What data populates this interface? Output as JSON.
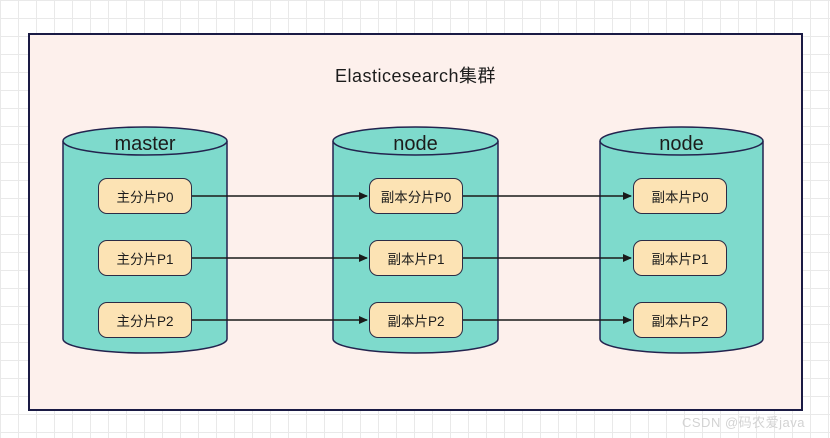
{
  "diagram": {
    "title": "Elasticesearch集群",
    "nodes": [
      {
        "id": "master",
        "label": "master",
        "shards": [
          "主分片P0",
          "主分片P1",
          "主分片P2"
        ]
      },
      {
        "id": "node-1",
        "label": "node",
        "shards": [
          "副本分片P0",
          "副本片P1",
          "副本片P2"
        ]
      },
      {
        "id": "node-2",
        "label": "node",
        "shards": [
          "副本片P0",
          "副本片P1",
          "副本片P2"
        ]
      }
    ],
    "colors": {
      "page_bg": "#ffffff",
      "grid_line": "#e9e9e9",
      "panel_bg": "#fdf0ec",
      "panel_border": "#1a1a44",
      "cylinder_fill": "#7edacc",
      "cylinder_stroke": "#23234e",
      "box_fill": "#fce3b4",
      "box_stroke": "#2b2b45",
      "text_color": "#1c1c1c",
      "arrow_color": "#1a1a1a",
      "watermark_color": "#d3d3d3"
    }
  },
  "watermark": "CSDN @码农爱java"
}
